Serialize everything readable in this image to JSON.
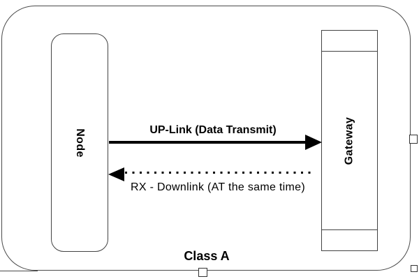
{
  "diagram": {
    "frame_label": "Class A",
    "node": {
      "label": "Node"
    },
    "gateway": {
      "label": "Gateway"
    },
    "uplink": {
      "label": "UP-Link (Data Transmit)",
      "line_style": "solid",
      "direction": "node-to-gateway"
    },
    "downlink": {
      "label": "RX - Downlink (AT the same time)",
      "line_style": "dotted",
      "direction": "gateway-to-node"
    },
    "colors": {
      "frame_stroke": "#4a4a4a",
      "shape_stroke": "#424242",
      "arrow": "#000000",
      "text": "#000000",
      "canvas_bg": "#ffffff"
    }
  },
  "selection": {
    "handles": [
      "right-middle",
      "bottom-center",
      "bottom-right"
    ]
  }
}
